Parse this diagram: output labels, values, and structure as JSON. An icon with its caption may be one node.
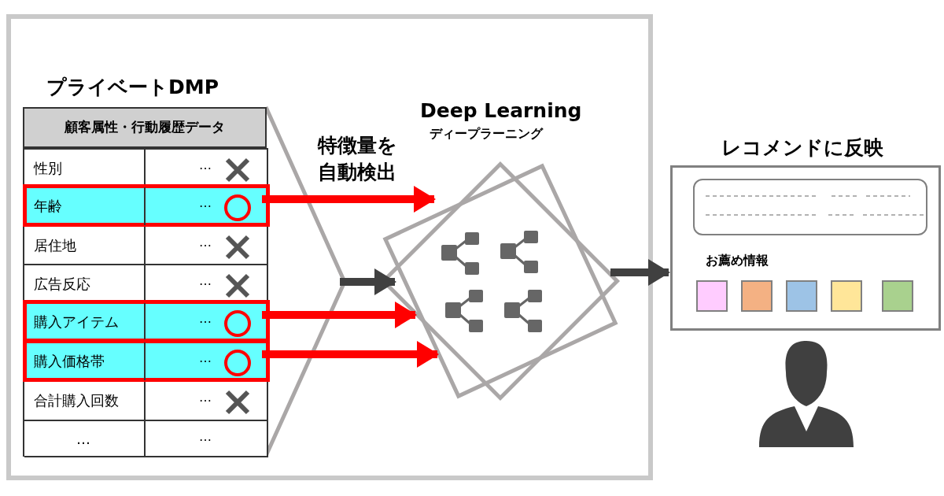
{
  "diagram": {
    "nodes": [
      {
        "text": [],
        "shape": "box"
      },
      {
        "text": [
          "プライベートDMP",
          "顧客属性・行動履歴データ"
        ],
        "in": 0
      },
      {
        "text": [
          "性別",
          "…"
        ],
        "in": 1
      },
      {
        "text": [
          "年齢",
          "…"
        ],
        "in": 1
      },
      {
        "text": [
          "居住地",
          "…"
        ],
        "in": 1
      },
      {
        "text": [
          "広告反応",
          "…"
        ],
        "in": 1
      },
      {
        "text": [
          "購入アイテム",
          "…"
        ],
        "in": 1
      },
      {
        "text": [
          "購入価格帯",
          "…"
        ],
        "in": 1
      },
      {
        "text": [
          "合計購入回数",
          "…"
        ],
        "in": 1
      },
      {
        "text": [
          "…",
          "…"
        ],
        "in": 1
      },
      {
        "text": [
          "Deep Learning",
          "ディープラーニング"
        ],
        "in": 0
      },
      {
        "text": [
          "レコメンドに反映",
          "お薦め情報"
        ]
      },
      {
        "text": [],
        "shape": "box",
        "in": 11
      },
      {
        "text": [],
        "shape": "box",
        "in": 11
      },
      {
        "text": [],
        "shape": "box",
        "in": 11
      },
      {
        "text": [],
        "shape": "box",
        "in": 11
      },
      {
        "text": [],
        "shape": "box",
        "in": 11
      },
      {
        "text": [],
        "shape": "box",
        "in": 11
      }
    ],
    "edges": [
      {
        "from": 3,
        "to": 10,
        "arrow": "to",
        "color": "#ff0000"
      },
      {
        "from": 6,
        "to": 10,
        "arrow": "to",
        "color": "#ff0000"
      },
      {
        "from": 7,
        "to": 10,
        "arrow": "to",
        "color": "#ff0000"
      },
      {
        "from": null,
        "to": 10,
        "arrow": "to",
        "color": "#404040"
      },
      {
        "from": 10,
        "to": 11,
        "arrow": "to",
        "color": "#404040"
      }
    ],
    "labels": [
      "特徴量を自動検出"
    ]
  }
}
